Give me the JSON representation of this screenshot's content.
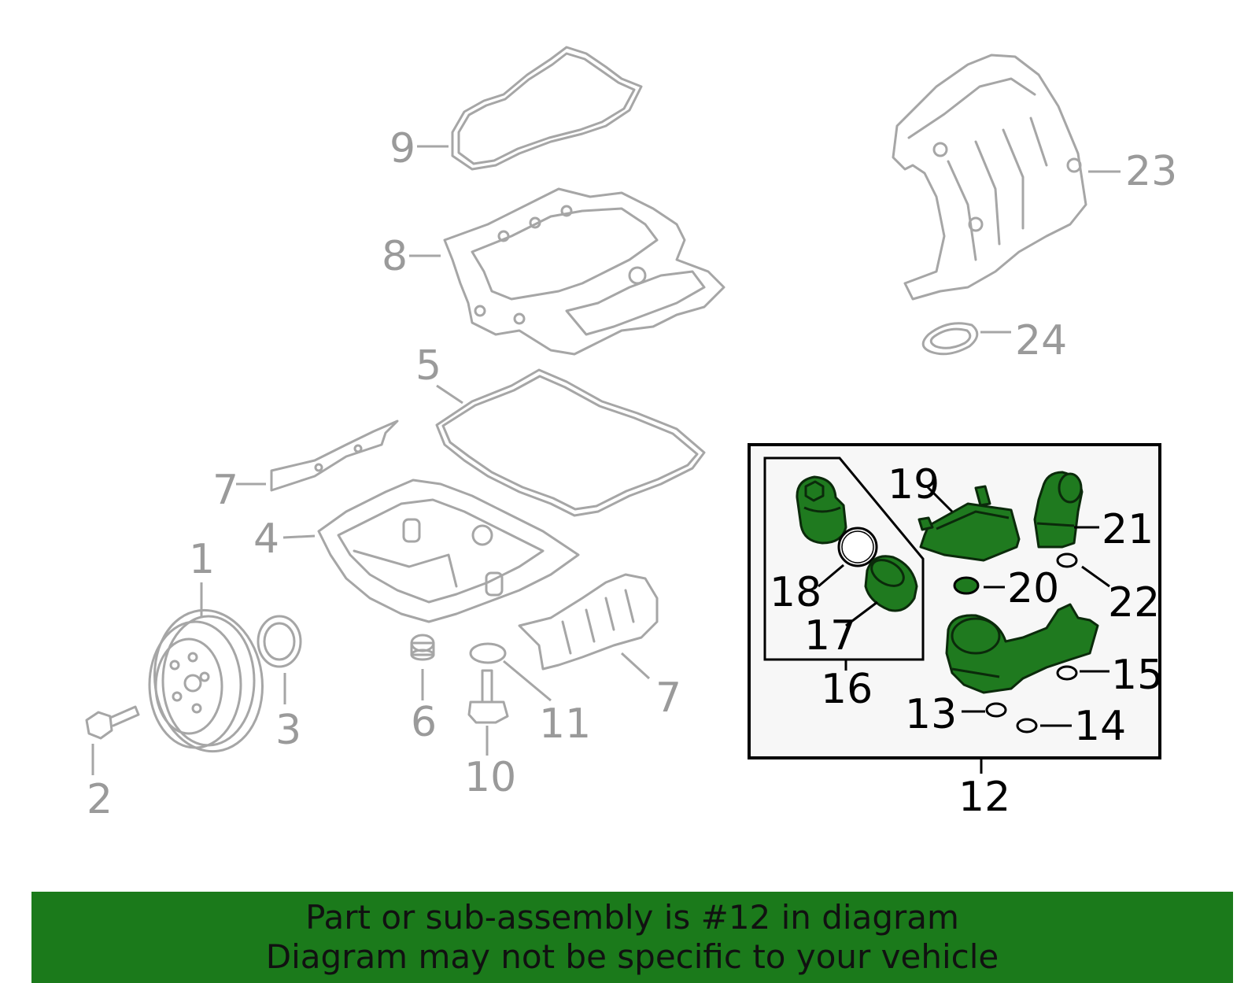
{
  "callouts": {
    "c1": "1",
    "c2": "2",
    "c3": "3",
    "c4": "4",
    "c5": "5",
    "c6": "6",
    "c7a": "7",
    "c7b": "7",
    "c8": "8",
    "c9": "9",
    "c10": "10",
    "c11": "11",
    "c12": "12",
    "c13": "13",
    "c14": "14",
    "c15": "15",
    "c16": "16",
    "c17": "17",
    "c18": "18",
    "c19": "19",
    "c20": "20",
    "c21": "21",
    "c22": "22",
    "c23": "23",
    "c24": "24"
  },
  "colors": {
    "highlight": "#1b7a1b",
    "part_outline": "#a6a6a6",
    "label_gray": "#9a9a9a"
  },
  "banner": {
    "line1": "Part or sub-assembly is #12 in diagram",
    "line2": "Diagram may not be specific to your vehicle"
  }
}
